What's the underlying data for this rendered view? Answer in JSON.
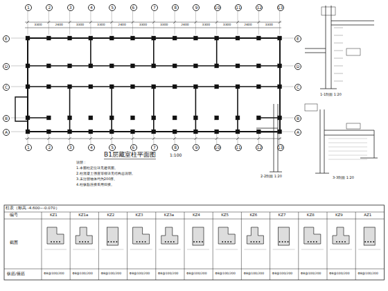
{
  "diagram": {
    "title": "B1层藏室柱平面图",
    "labels": [
      "1:100",
      "1",
      "2",
      "3",
      "4",
      "5",
      "6",
      "7",
      "8",
      "9",
      "10",
      "11",
      "12",
      "13",
      "1",
      "2",
      "3",
      "4",
      "5",
      "6",
      "7",
      "8",
      "9",
      "10",
      "11",
      "12",
      "13",
      "E",
      "D",
      "C",
      "B",
      "A",
      "E",
      "D",
      "C",
      "B",
      "A",
      "3300",
      "2400",
      "3300",
      "3300",
      "2400",
      "3300",
      "3300",
      "2400",
      "3300",
      "3300",
      "2400",
      "3300",
      "说明：",
      "1.本图柱定位详见建筑图。",
      "2.柱混凝土强度等级详见结构总说明。",
      "3.未注明墙体均为200厚。",
      "4.柱纵筋连接采用焊接。",
      "柱表（标高 -4.600~-0.070）",
      "编号",
      "截面",
      "纵筋/箍筋",
      "KZ1",
      "KZ1a",
      "KZ2",
      "KZ3",
      "KZ3a",
      "KZ4",
      "KZ5",
      "KZ6",
      "KZ7",
      "KZ8",
      "KZ9",
      "AZ1",
      "Φ8@100/200",
      "Φ8@100/200",
      "Φ8@100/200",
      "Φ8@100/200",
      "Φ8@100/200",
      "Φ8@100/200",
      "Φ8@100/200",
      "Φ8@100/200",
      "Φ8@100/200",
      "Φ8@100/200",
      "Φ8@100/200",
      "Φ8@100/200",
      "1-1剖面 1:20",
      "2-2剖面 1:20",
      "3-3剖面 1:20"
    ]
  }
}
